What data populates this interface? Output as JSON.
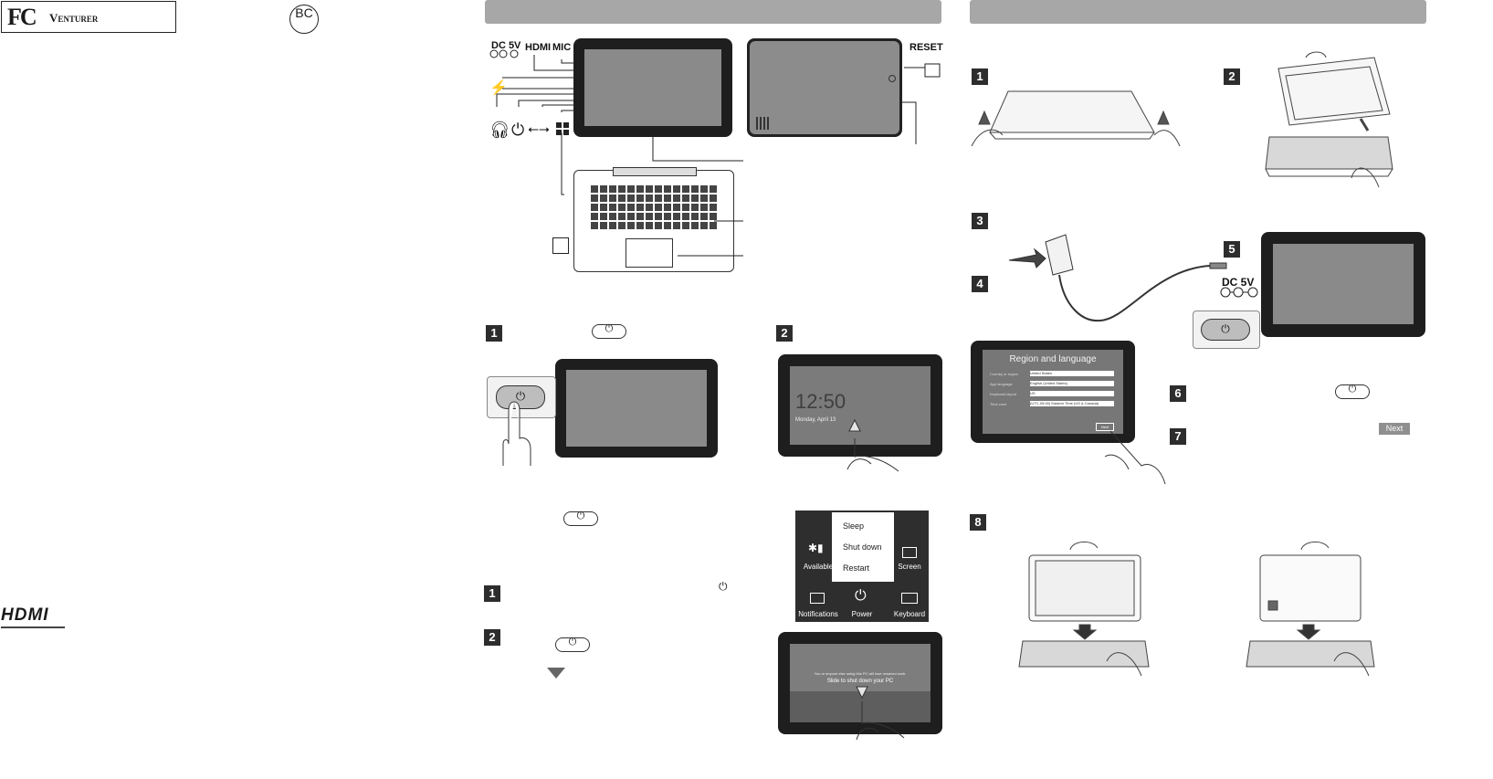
{
  "left_panel": {
    "fcc_label": "FC",
    "brand": "Venturer",
    "bc_label": "BC",
    "hdmi_logo": "HDMI"
  },
  "device_overview": {
    "port_labels": {
      "dc": "DC 5V",
      "hdmi": "HDMI",
      "mic": "MIC",
      "reset": "RESET"
    },
    "icons": [
      "lightning-icon",
      "headphone-icon",
      "power-icon",
      "usb-icon",
      "windows-icon"
    ]
  },
  "power_on": {
    "steps": [
      "1",
      "2"
    ],
    "lock_time": "12:50",
    "lock_date": "Monday, April 13"
  },
  "power_off": {
    "steps": [
      "1",
      "2"
    ],
    "menu_items": [
      "Sleep",
      "Shut down",
      "Restart"
    ],
    "charm_tiles": [
      "Available",
      "Screen",
      "Notifications",
      "Power",
      "Keyboard"
    ],
    "slide_hint": "You or anyone else using this PC will lose unsaved work.",
    "slide_text": "Slide to shut down your PC"
  },
  "setup": {
    "steps": [
      "1",
      "2",
      "3",
      "4",
      "5",
      "6",
      "7",
      "8"
    ],
    "dc_label": "DC 5V",
    "region_title": "Region and language",
    "region_fields": [
      {
        "label": "Country or region",
        "value": "United States"
      },
      {
        "label": "App language",
        "value": "English (United States)"
      },
      {
        "label": "Keyboard layout",
        "value": "US"
      },
      {
        "label": "Time zone",
        "value": "(UTC-05:00) Eastern Time (US & Canada)"
      }
    ],
    "next_small": "Next",
    "next_button": "Next"
  }
}
